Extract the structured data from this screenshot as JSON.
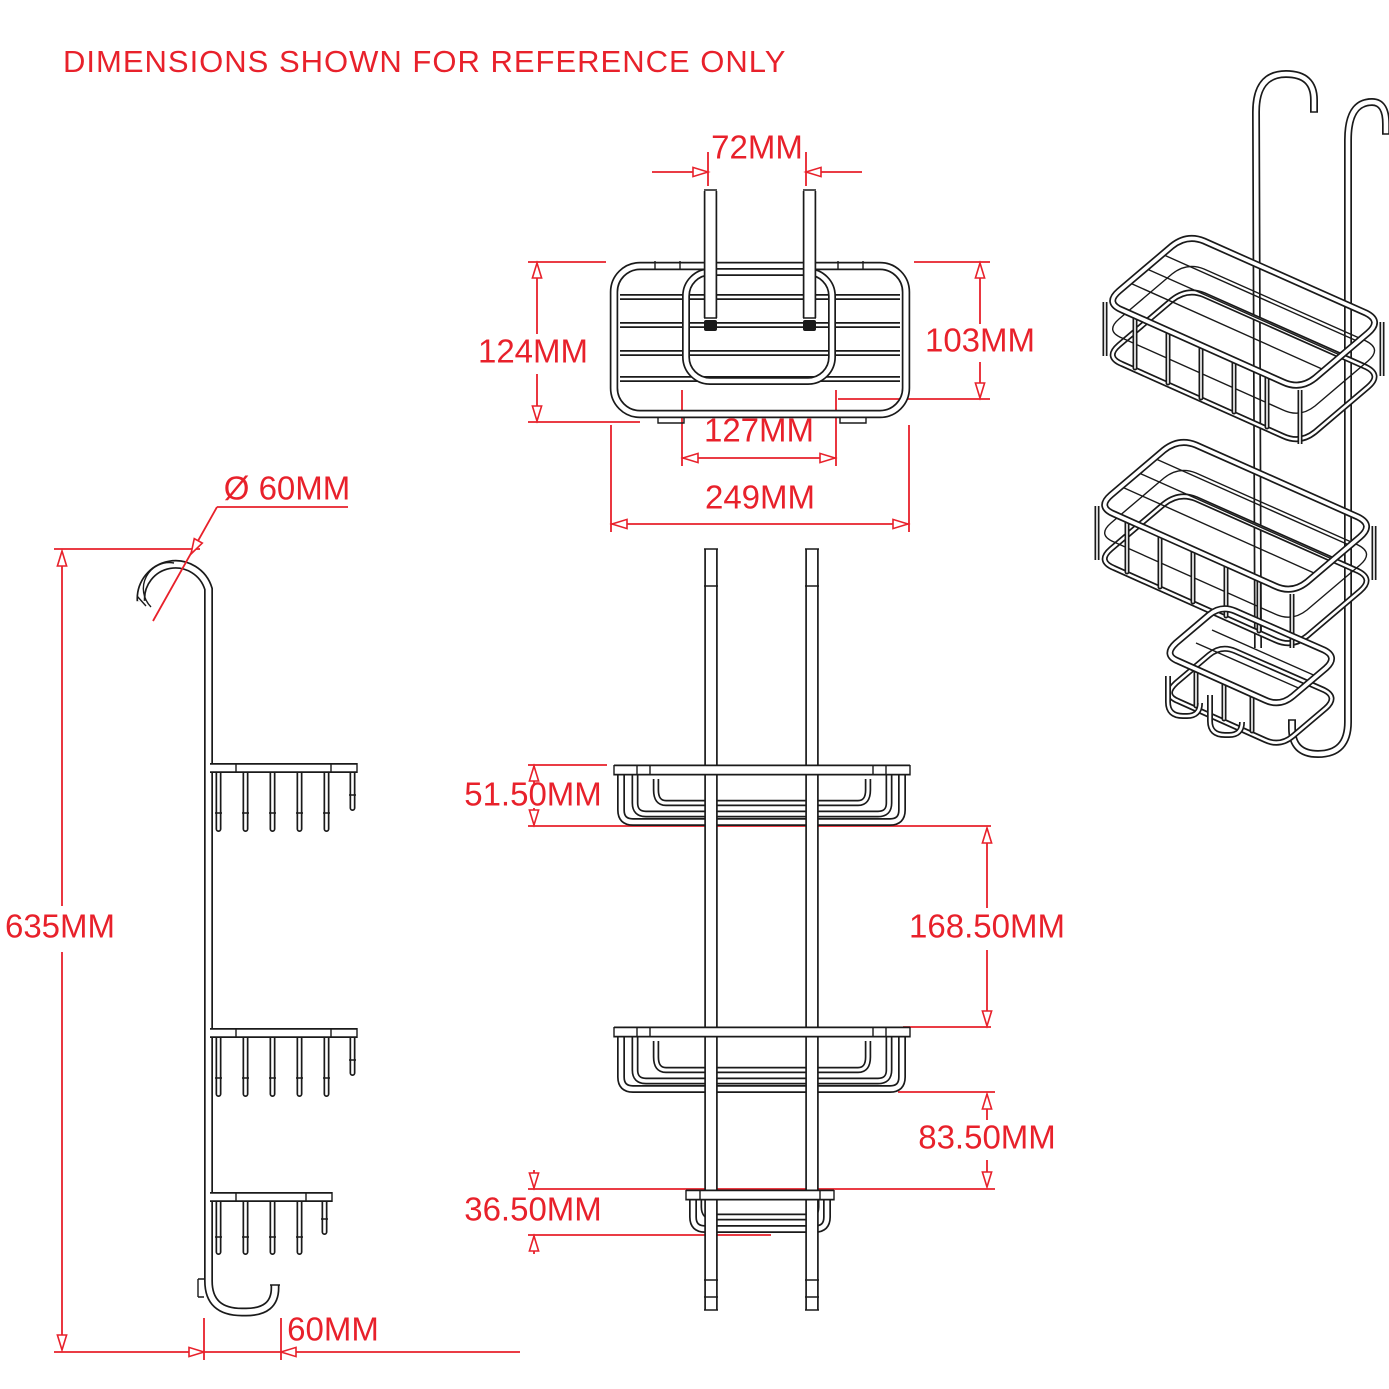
{
  "title": "DIMENSIONS SHOWN FOR REFERENCE ONLY",
  "colors": {
    "dimension_red": "#e8212b",
    "line_black": "#1a1a1a",
    "background": "#ffffff"
  },
  "views": {
    "top_view": {
      "dims": {
        "rail_spacing": "72MM",
        "overall_depth": "124MM",
        "basket_inner_depth": "103MM",
        "inner_basket_width": "127MM",
        "overall_width": "249MM"
      }
    },
    "front_view": {
      "dims": {
        "top_basket_height": "51.50MM",
        "basket_gap": "168.50MM",
        "dish_gap": "83.50MM",
        "dish_height": "36.50MM"
      }
    },
    "side_view": {
      "dims": {
        "hook_diameter": "Ø 60MM",
        "overall_height": "635MM",
        "bottom_hook_depth": "60MM"
      }
    }
  }
}
